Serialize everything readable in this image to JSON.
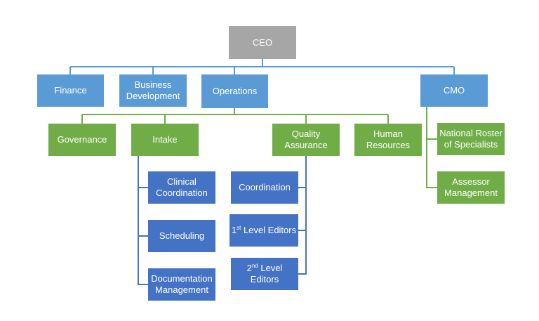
{
  "ceo": "CEO",
  "level1": {
    "finance": "Finance",
    "business_development": "Business Development",
    "operations": "Operations",
    "cmo": "CMO"
  },
  "operations_units": {
    "governance": "Governance",
    "intake": "Intake",
    "quality_assurance": "Quality Assurance",
    "human_resources": "Human Resources"
  },
  "cmo_units": {
    "national_roster": "National Roster of Specialists",
    "assessor_management": "Assessor Management"
  },
  "intake_units": {
    "clinical_coordination": "Clinical Coordination",
    "scheduling": "Scheduling",
    "documentation_management": "Documentation Management"
  },
  "qa_units": {
    "coordination": "Coordination",
    "first_level_num": "1",
    "first_level_sup": "st",
    "first_level_rest": " Level Editors",
    "second_level_num": "2",
    "second_level_sup": "nd",
    "second_level_rest": " Level Editors"
  },
  "colors": {
    "ceo": "#a6a6a6",
    "level1": "#5b9bd5",
    "operations_units": "#70ad47",
    "sub_units": "#4472c4",
    "connector_level1": "#5b9bd5",
    "connector_ops": "#70ad47",
    "connector_sub": "#4472c4"
  }
}
